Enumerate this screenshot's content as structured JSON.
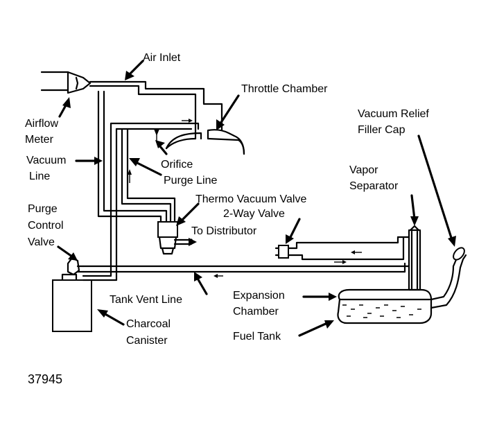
{
  "labels": {
    "air_inlet": "Air Inlet",
    "throttle_chamber": "Throttle Chamber",
    "airflow_meter_1": "Airflow",
    "airflow_meter_2": "Meter",
    "vacuum_relief_1": "Vacuum Relief",
    "vacuum_relief_2": "Filler Cap",
    "vacuum_line_1": "Vacuum",
    "vacuum_line_2": "Line",
    "orifice": "Orifice",
    "purge_line": "Purge Line",
    "vapor_separator_1": "Vapor",
    "vapor_separator_2": "Separator",
    "purge_control_1": "Purge",
    "purge_control_2": "Control",
    "purge_control_3": "Valve",
    "thermo_vacuum_valve": "Thermo Vacuum Valve",
    "two_way_valve": "2-Way Valve",
    "to_distributor": "To Distributor",
    "tank_vent_line": "Tank Vent Line",
    "expansion_chamber_1": "Expansion",
    "expansion_chamber_2": "Chamber",
    "fuel_tank": "Fuel Tank",
    "charcoal_canister_1": "Charcoal",
    "charcoal_canister_2": "Canister",
    "figure_number": "37945"
  },
  "colors": {
    "ink": "#000000",
    "background": "#ffffff"
  }
}
